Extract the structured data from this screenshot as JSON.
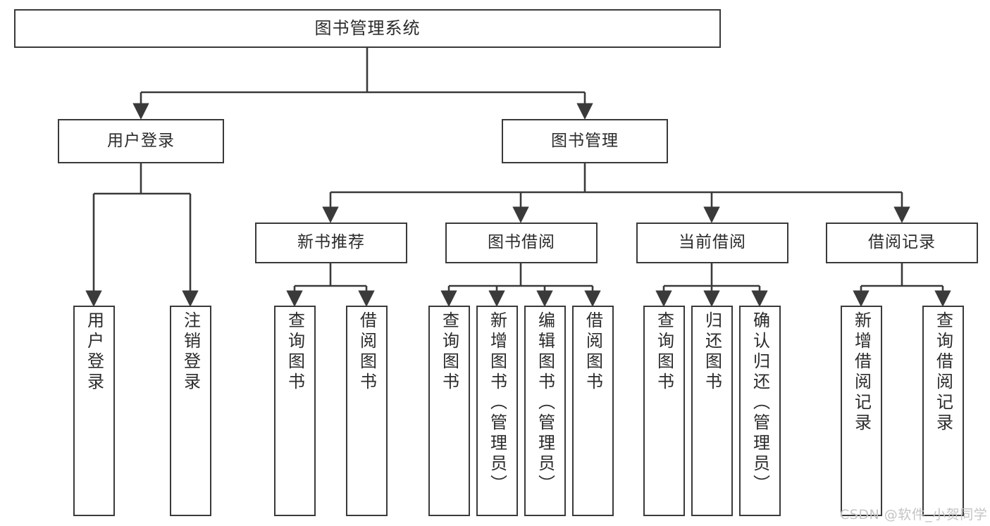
{
  "diagram": {
    "title": "图书管理系统",
    "type": "tree-hierarchy",
    "root": {
      "label": "图书管理系统"
    },
    "level2": [
      {
        "label": "用户登录"
      },
      {
        "label": "图书管理"
      }
    ],
    "level3": [
      {
        "label": "新书推荐"
      },
      {
        "label": "图书借阅"
      },
      {
        "label": "当前借阅"
      },
      {
        "label": "借阅记录"
      }
    ],
    "leaves": {
      "user_login": [
        {
          "label": "用户登录"
        },
        {
          "label": "注销登录"
        }
      ],
      "new_book_recommend": [
        {
          "label": "查询图书"
        },
        {
          "label": "借阅图书"
        }
      ],
      "book_borrow": [
        {
          "label": "查询图书"
        },
        {
          "label": "新增图书（管理员）"
        },
        {
          "label": "编辑图书（管理员）"
        },
        {
          "label": "借阅图书"
        }
      ],
      "current_borrow": [
        {
          "label": "查询图书"
        },
        {
          "label": "归还图书"
        },
        {
          "label": "确认归还（管理员）"
        }
      ],
      "borrow_record": [
        {
          "label": "新增借阅记录"
        },
        {
          "label": "查询借阅记录"
        }
      ]
    }
  },
  "watermark": {
    "text": "CSDN @软件_小贺同学"
  },
  "colors": {
    "stroke": "#3a3a3a",
    "box_fill": "#ffffff",
    "text": "#2b2b2b",
    "watermark": "#c4c4c4"
  }
}
